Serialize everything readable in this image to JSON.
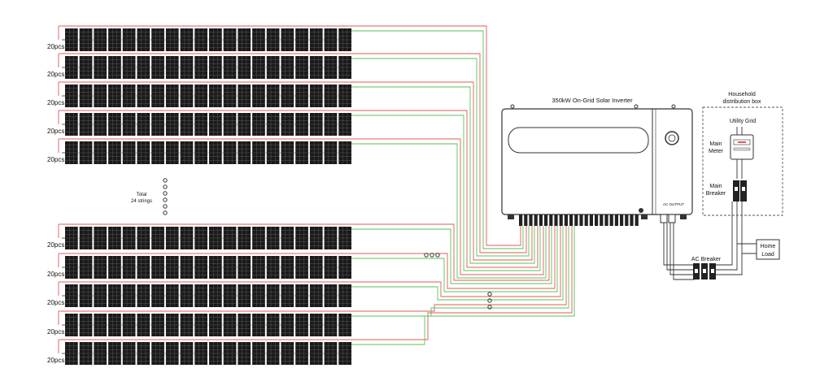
{
  "inverter": {
    "title": "350kW On-Grid Solar Inverter",
    "ac_output_label": "AC OUTPUT"
  },
  "strings": {
    "row_label": "20pcs",
    "panels_per_row": 20,
    "total_label_line1": "Total",
    "total_label_line2": "24 strings"
  },
  "household": {
    "title_line1": "Household",
    "title_line2": "distribution box",
    "utility_grid": "Utility Grid",
    "main_meter_line1": "Main",
    "main_meter_line2": "Meter",
    "main_breaker_line1": "Main",
    "main_breaker_line2": "Breaker"
  },
  "ac_breaker": "AC Breaker",
  "home_load_line1": "Home",
  "home_load_line2": "Load",
  "colors": {
    "dc_positive": "#e05a5a",
    "dc_negative": "#55c455",
    "panel": "#1a1a1a",
    "line": "#333333"
  },
  "icons": [
    "solar-panel-icon",
    "meter-icon",
    "breaker-icon",
    "continuation-dots-icon"
  ]
}
